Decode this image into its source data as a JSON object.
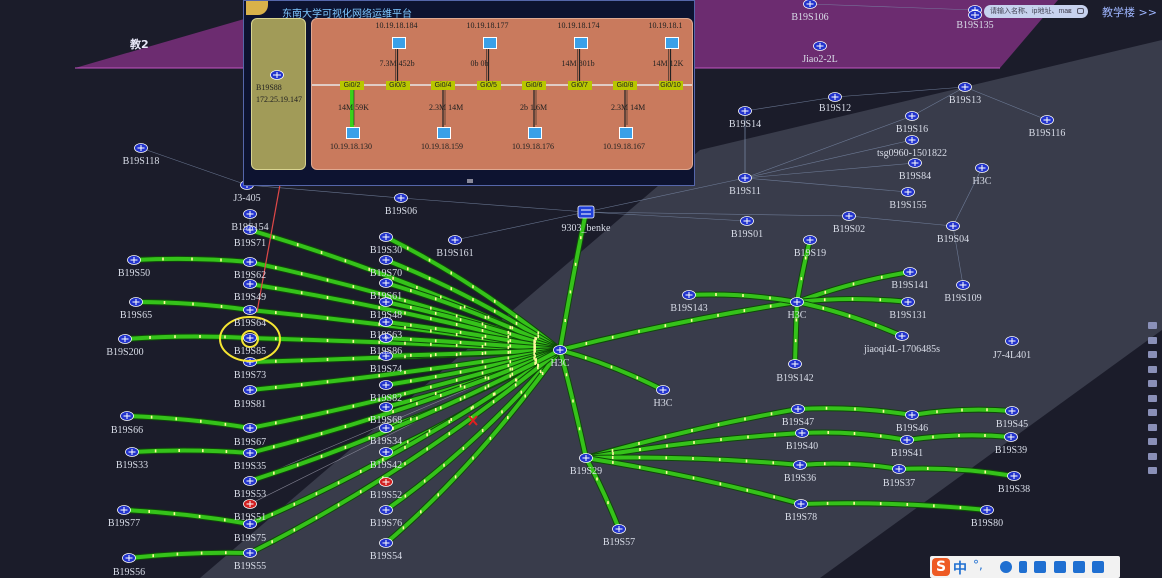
{
  "colors": {
    "background": "#1b1c2a",
    "link": "#35c21a",
    "link_outline": "#0e4a08",
    "flow_marker": "#fff7a0",
    "highlight_ring": "#f5e532",
    "error_x": "#e02020",
    "router": "#2233cc",
    "router_alarm": "#d02020",
    "popup_bg": "#0d1330",
    "panel_left": "#a19b58",
    "panel_right": "#c97a5d"
  },
  "icons": {
    "node": "router-icon",
    "alarm_node": "router-alarm-icon",
    "core": "switch-icon",
    "host": "computer-icon"
  },
  "top": {
    "building_label": "教2",
    "search_placeholder": "请输入名称、ip地址、mac",
    "search_clear": "×",
    "teaching_building_link": "教学楼 >>"
  },
  "popup": {
    "title": "东南大学可视化网络运维平台",
    "switch_name": "B19S88",
    "switch_ip": "172.25.19.147",
    "ports": [
      {
        "name": "Gi0/2",
        "up_ip": "",
        "up_traffic": "",
        "down_ip": "10.19.18.130",
        "down_traffic": "14M 59K"
      },
      {
        "name": "Gi0/3",
        "up_ip": "10.19.18.184",
        "up_traffic": "7.3M 452b",
        "down_ip": "",
        "down_traffic": ""
      },
      {
        "name": "Gi0/4",
        "up_ip": "",
        "up_traffic": "",
        "down_ip": "10.19.18.159",
        "down_traffic": "2.3M 14M"
      },
      {
        "name": "Gi0/5",
        "up_ip": "10.19.18.177",
        "up_traffic": "0b 0b",
        "down_ip": "",
        "down_traffic": ""
      },
      {
        "name": "Gi0/6",
        "up_ip": "",
        "up_traffic": "",
        "down_ip": "10.19.18.176",
        "down_traffic": "2b 1.6M"
      },
      {
        "name": "Gi0/7",
        "up_ip": "10.19.18.174",
        "up_traffic": "14M 801b",
        "down_ip": "",
        "down_traffic": ""
      },
      {
        "name": "Gi0/8",
        "up_ip": "",
        "up_traffic": "",
        "down_ip": "10.19.18.167",
        "down_traffic": "2.3M 14M"
      },
      {
        "name": "Gi0/10",
        "up_ip": "10.19.18.1",
        "up_traffic": "14M 12K",
        "down_ip": "",
        "down_traffic": ""
      }
    ]
  },
  "nodes": {
    "B19S106": "B19S106",
    "B19S135": "B19S135",
    "Jiao2_2L": "Jiao2-2L",
    "B19S12": "B19S12",
    "B19S13": "B19S13",
    "B19S14": "B19S14",
    "B19S16": "B19S16",
    "B19S116": "B19S116",
    "tsg": "tsg0960-1501822",
    "B19S84": "B19S84",
    "H3C_a": "H3C",
    "B19S11": "B19S11",
    "B19S155": "B19S155",
    "B19S118": "B19S118",
    "J3_405": "J3-405",
    "B19S06": "B19S06",
    "B19S154": "B19S154",
    "benke": "9303_benke",
    "B19S01": "B19S01",
    "B19S02": "B19S02",
    "B19S04": "B19S04",
    "B19S71": "B19S71",
    "B19S30": "B19S30",
    "B19S161": "B19S161",
    "B19S19": "B19S19",
    "B19S50": "B19S50",
    "B19S62": "B19S62",
    "B19S70": "B19S70",
    "B19S141": "B19S141",
    "B19S109": "B19S109",
    "B19S49": "B19S49",
    "B19S61": "B19S61",
    "B19S143": "B19S143",
    "H3C_b": "H3C",
    "B19S131": "B19S131",
    "B19S65": "B19S65",
    "B19S48": "B19S48",
    "B19S64": "B19S64",
    "B19S63": "B19S63",
    "jiaoqi": "jiaoqi4L-1706485s",
    "J7": "J7-4L401",
    "B19S200": "B19S200",
    "B19S85": "B19S85",
    "B19S86": "B19S86",
    "H3C_core": "H3C",
    "B19S73": "B19S73",
    "B19S74": "B19S74",
    "B19S142": "B19S142",
    "B19S81": "B19S81",
    "H3C_c": "H3C",
    "B19S82": "B19S82",
    "B19S47": "B19S47",
    "B19S46": "B19S46",
    "B19S45": "B19S45",
    "B19S66": "B19S66",
    "B19S68": "B19S68",
    "B19S40": "B19S40",
    "B19S67": "B19S67",
    "B19S34": "B19S34",
    "B19S41": "B19S41",
    "B19S39": "B19S39",
    "B19S33": "B19S33",
    "B19S35": "B19S35",
    "B19S42": "B19S42",
    "B19S29": "B19S29",
    "B19S36": "B19S36",
    "B19S37": "B19S37",
    "B19S53": "B19S53",
    "B19S52": "B19S52",
    "B19S38": "B19S38",
    "B19S51": "B19S51",
    "B19S77": "B19S77",
    "B19S76": "B19S76",
    "B19S78": "B19S78",
    "B19S80": "B19S80",
    "B19S75": "B19S75",
    "B19S57": "B19S57",
    "B19S54": "B19S54",
    "B19S56": "B19S56",
    "B19S55": "B19S55"
  },
  "ime": {
    "brand": "S",
    "mode": "中",
    "punct": "°,"
  }
}
